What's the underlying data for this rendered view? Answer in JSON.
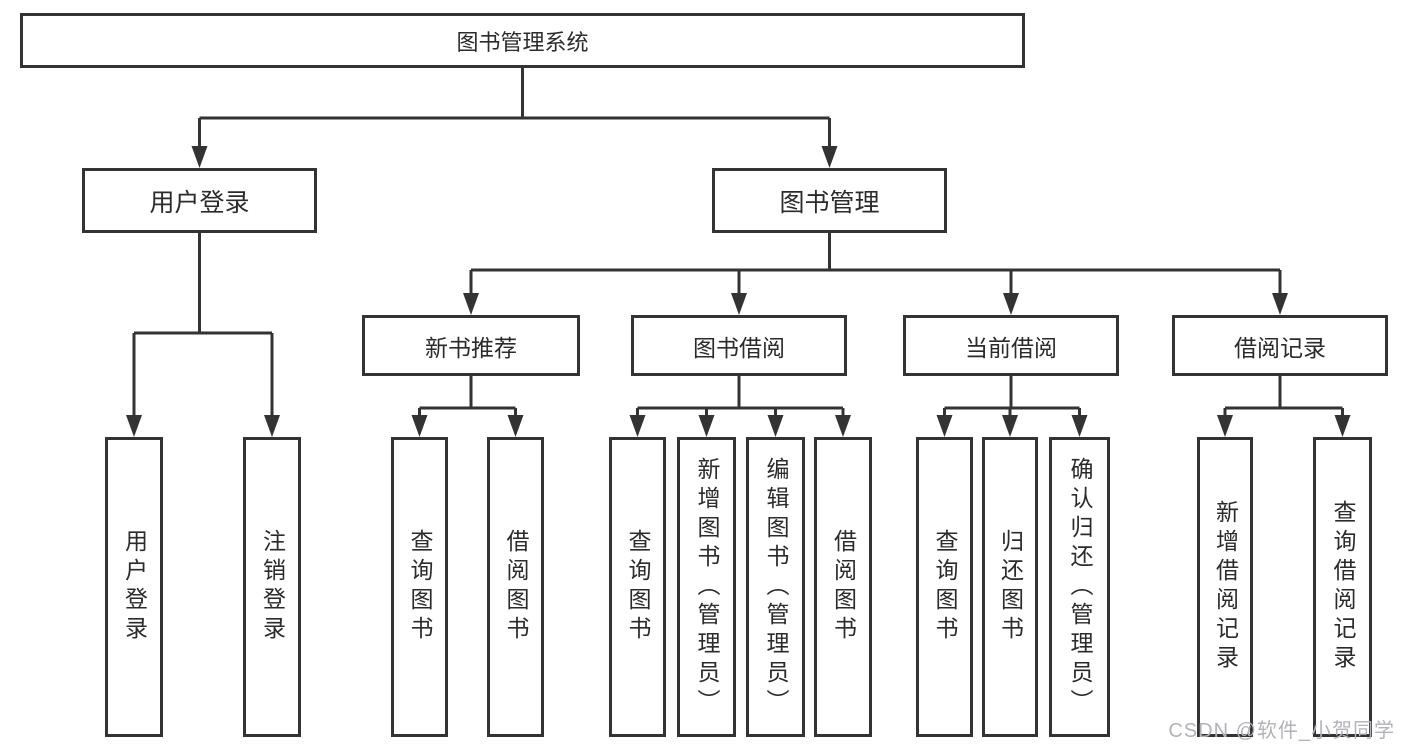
{
  "diagram": {
    "title": "图书管理系统",
    "branches": [
      {
        "label": "用户登录",
        "leaves": [
          "用户登录",
          "注销登录"
        ]
      },
      {
        "label": "图书管理",
        "sections": [
          {
            "label": "新书推荐",
            "leaves": [
              "查询图书",
              "借阅图书"
            ]
          },
          {
            "label": "图书借阅",
            "leaves": [
              "查询图书",
              "新增图书（管理员）",
              "编辑图书（管理员）",
              "借阅图书"
            ]
          },
          {
            "label": "当前借阅",
            "leaves": [
              "查询图书",
              "归还图书",
              "确认归还（管理员）"
            ]
          },
          {
            "label": "借阅记录",
            "leaves": [
              "新增借阅记录",
              "查询借阅记录"
            ]
          }
        ]
      }
    ]
  },
  "watermark": {
    "text": "CSDN @软件_小贺同学"
  },
  "colors": {
    "line": "#333333",
    "box_border": "#333333",
    "box_bg": "#ffffff",
    "text": "#2b2b2b",
    "watermark": "#b2b2ba",
    "canvas_bg": "#ffffff"
  }
}
